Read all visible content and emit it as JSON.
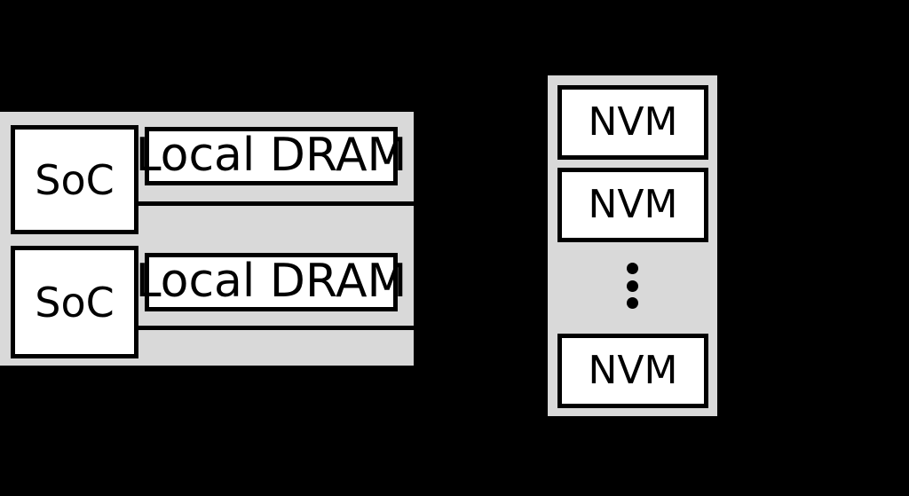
{
  "diagram": {
    "background_color": "#000000",
    "panel_color": "#d9d9d9",
    "box_fill_color": "#ffffff",
    "stroke_color": "#000000",
    "compute_panel": {
      "nodes": [
        {
          "soc_label": "SoC",
          "memory_label": "Local DRAM"
        },
        {
          "soc_label": "SoC",
          "memory_label": "Local DRAM"
        }
      ]
    },
    "memory_panel": {
      "modules": [
        {
          "label": "NVM"
        },
        {
          "label": "NVM"
        },
        {
          "label": "NVM"
        }
      ],
      "ellipsis": {
        "name": "vertical-ellipsis",
        "dot_count": 3
      }
    }
  }
}
